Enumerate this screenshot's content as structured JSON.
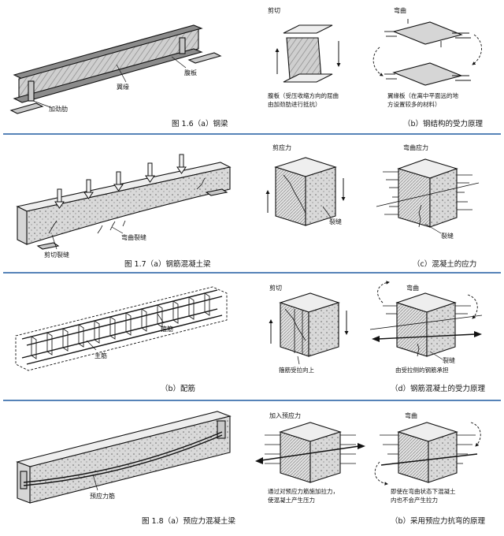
{
  "rows": [
    {
      "left_caption": "图 1.6（a）钢梁",
      "left_labels": {
        "stiffener": "加劲肋",
        "flange": "翼缘",
        "web": "腹板"
      },
      "shear_title": "剪切",
      "shear_note": [
        "腹板（受压收缩方向的屈曲",
        "由加劲肋进行抵抗）"
      ],
      "bend_title": "弯曲",
      "bend_note": [
        "翼缘板（在离中平面远的地",
        "方设置较多的材料）"
      ],
      "right_caption": "（b）钢结构的受力原理"
    },
    {
      "left_caption": "图 1.7（a）钢筋混凝土梁",
      "left_labels": {
        "bend_crack": "弯曲裂缝",
        "shear_crack": "剪切裂缝"
      },
      "shear_title": "剪应力",
      "shear_crack": "裂缝",
      "bend_title": "弯曲应力",
      "bend_crack": "裂缝",
      "right_caption": "（c）混凝土的应力"
    },
    {
      "left_caption": "（b）配筋",
      "left_labels": {
        "stirrup": "箍筋",
        "main_bar": "主筋"
      },
      "shear_title": "剪切",
      "shear_note": "箍筋受拉向上",
      "bend_title": "弯曲",
      "bend_crack": "裂缝",
      "bend_note": "由受拉侧的钢筋承担",
      "right_caption": "（d）钢筋混凝土的受力原理"
    },
    {
      "left_caption": "图 1.8（a）预应力混凝土梁",
      "left_labels": {
        "tendon": "预应力筋"
      },
      "shear_title": "加入预应力",
      "shear_note": [
        "通过对预应力筋施加拉力，",
        "使混凝土产生压力"
      ],
      "bend_title": "弯曲",
      "bend_note": [
        "即使在弯曲状态下混凝土",
        "内也不会产生拉力"
      ],
      "right_caption": "（b）采用预应力抗弯的原理"
    }
  ]
}
